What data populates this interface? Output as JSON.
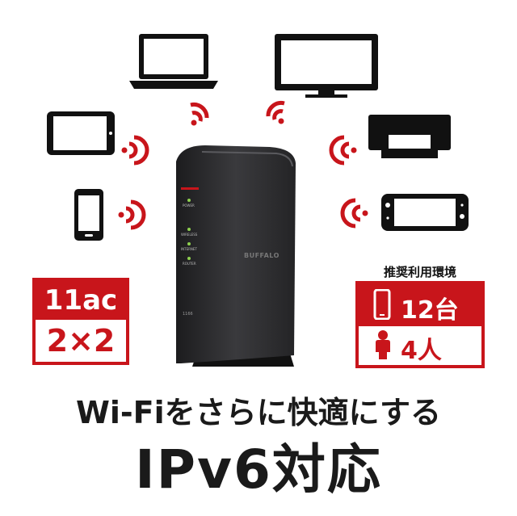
{
  "router": {
    "brand_logo": "BUFFALO",
    "leds": [
      "POWER",
      "WIRELESS",
      "INTERNET",
      "ROUTER"
    ],
    "model_text": "1166"
  },
  "devices": [
    "laptop-icon",
    "tv-icon",
    "tablet-icon",
    "printer-icon",
    "smartphone-icon",
    "game-console-icon"
  ],
  "badge_standard": {
    "line1": "11ac",
    "line2": "2×2"
  },
  "recommended": {
    "label": "推奨利用環境",
    "devices_count": "12台",
    "people_count": "4人"
  },
  "headline": "Wi-Fiをさらに快適にする",
  "title": "IPv6対応",
  "colors": {
    "accent": "#c8151b",
    "text": "#1a1a1a",
    "router": "#2b2b2d"
  }
}
